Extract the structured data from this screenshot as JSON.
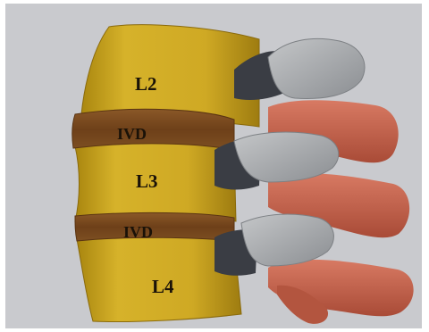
{
  "figure": {
    "labels": {
      "l2": "L2",
      "ivd_upper": "IVD",
      "l3": "L3",
      "ivd_lower": "IVD",
      "l4": "L4"
    },
    "colors": {
      "background": "#c9cace",
      "vertebral_body": "#d1ad26",
      "vertebral_body_shade": "#b8931a",
      "disc": "#7a4a22",
      "facet": "#a9abae",
      "facet_dark": "#3a3d44",
      "spinous_process": "#c2604a"
    }
  }
}
